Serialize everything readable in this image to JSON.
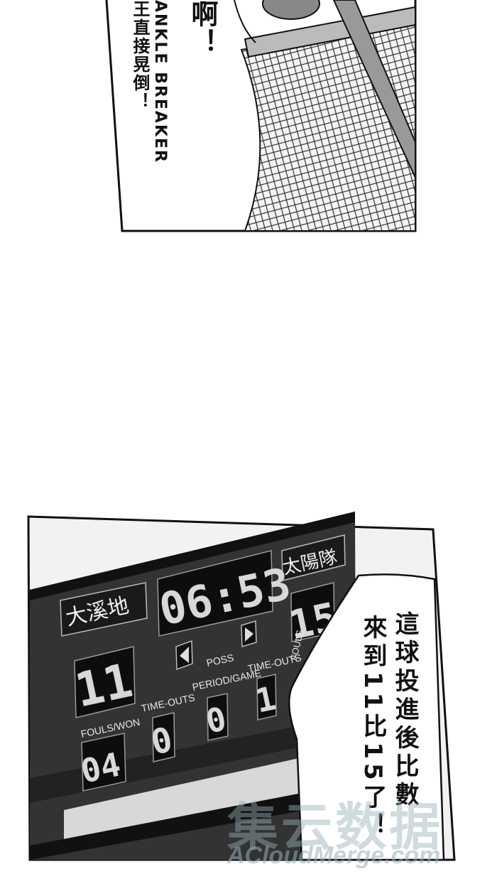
{
  "panel1": {
    "exclaim": "啊！",
    "english": "ANKLE BREAKER",
    "chinese": "王直接晃倒！"
  },
  "panel2": {
    "scoreboard": {
      "clock": "06:53",
      "home_team": "大溪地",
      "away_team": "太陽隊",
      "home_score": "11",
      "away_score": "15",
      "poss_label": "POSS",
      "fouls_won_label": "FOULS/WON",
      "fouls_won_value": "04",
      "timeouts_label_left": "TIME-OUTS",
      "timeouts_value_left": "0",
      "period_label": "PERIOD/GAME",
      "period_value": "0",
      "timeouts_label_right": "TIME-OUTS",
      "timeouts_value_right": "1",
      "fouls_label_right": "FOULS"
    },
    "bubble_line1": "這球投進後比數",
    "bubble_line2": "來到11比15了！"
  },
  "watermark": {
    "chinese": "集云数据",
    "english": "ACloudMerge.com"
  }
}
